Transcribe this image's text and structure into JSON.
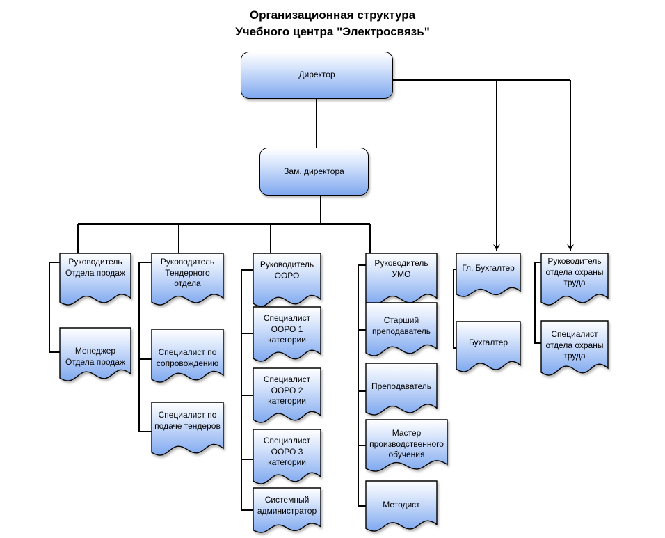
{
  "title": {
    "line1": "Организационная структура",
    "line2": "Учебного центра \"Электросвязь\""
  },
  "nodes": {
    "director": "Директор",
    "deputy": "Зам. директора",
    "head_sales": "Руководитель Отдела продаж",
    "manager_sales": "Менеджер Отдела продаж",
    "head_tender": "Руководитель Тендерного отдела",
    "spec_support": "Специалист  по сопровождению",
    "spec_tender": "Специалист по подаче тендеров",
    "head_ooro": "Руководитель ООРО",
    "spec_ooro1": "Специалист ООРО 1 категории",
    "spec_ooro2": "Специалист ООРО 2 категории",
    "spec_ooro3": "Специалист ООРО 3 категории",
    "sysadmin": "Системный администратор",
    "head_umo": "Руководитель УМО",
    "senior_teacher": "Старший преподаватель",
    "teacher": "Преподаватель",
    "master": "Мастер производственного обучения",
    "methodist": "Методист",
    "chief_accountant": "Гл. Бухгалтер",
    "accountant": "Бухгалтер",
    "head_safety": "Руководитель отдела охраны труда",
    "spec_safety": "Специалист отдела охраны труда"
  },
  "colors": {
    "line": "#000000",
    "fill_light": "#ffffff",
    "fill_dark": "#7fa8ef"
  }
}
